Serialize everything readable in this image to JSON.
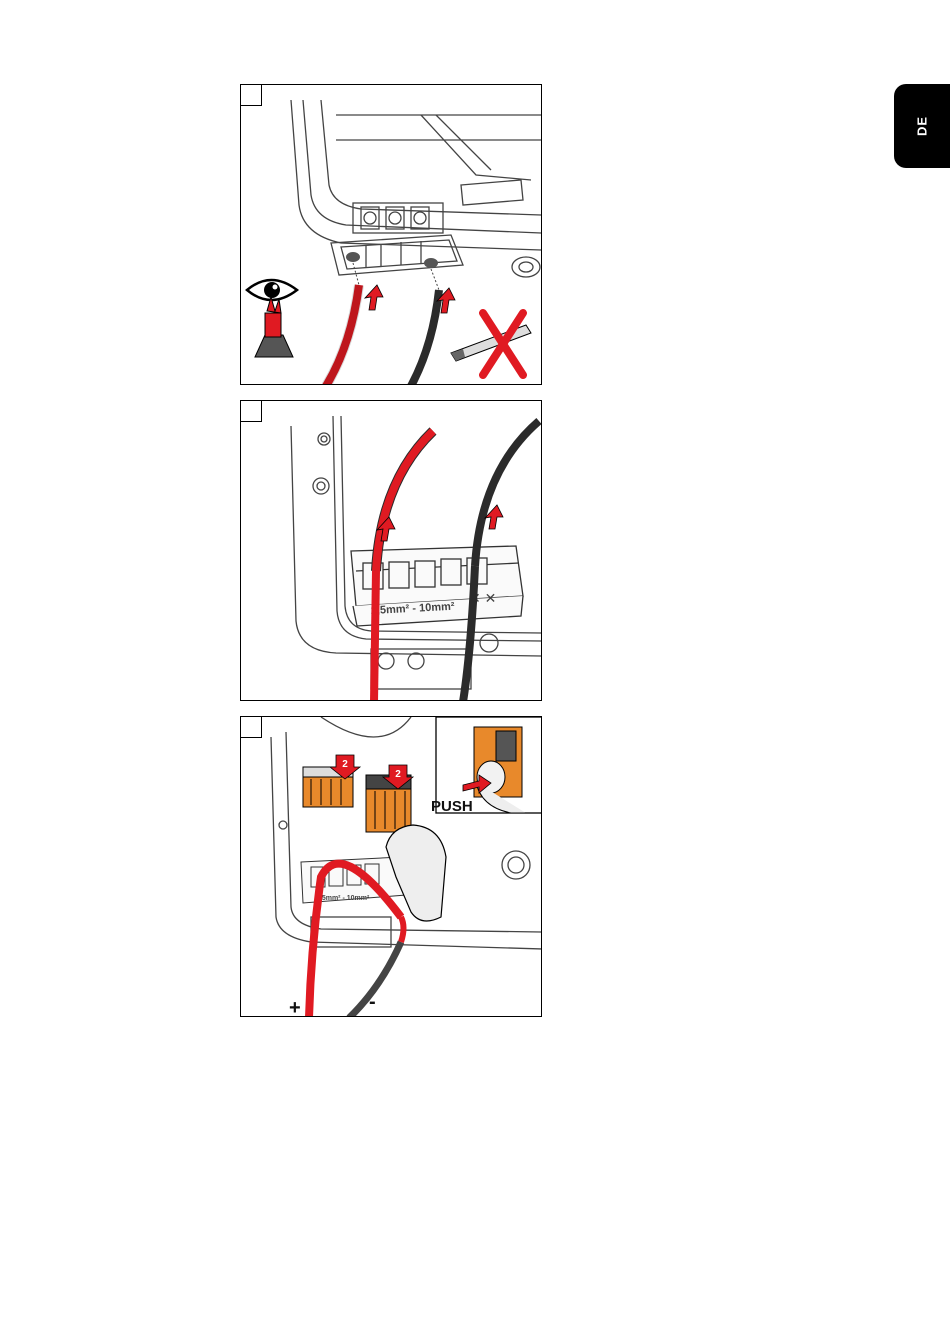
{
  "language_tab": {
    "label": "DE"
  },
  "panels": [
    {
      "step": ""
    },
    {
      "step": "",
      "terminal_label": "2,5mm² - 10mm²"
    },
    {
      "step": "",
      "push_label": "PUSH",
      "badge_number": "2",
      "plus_label": "+",
      "minus_label": "-",
      "terminal_label": "2,5mm² - 10mm²"
    }
  ],
  "colors": {
    "cable_positive": "#e01a22",
    "cable_negative": "#2b2b2b",
    "connector": "#e8892b",
    "arrow": "#e01a22"
  }
}
